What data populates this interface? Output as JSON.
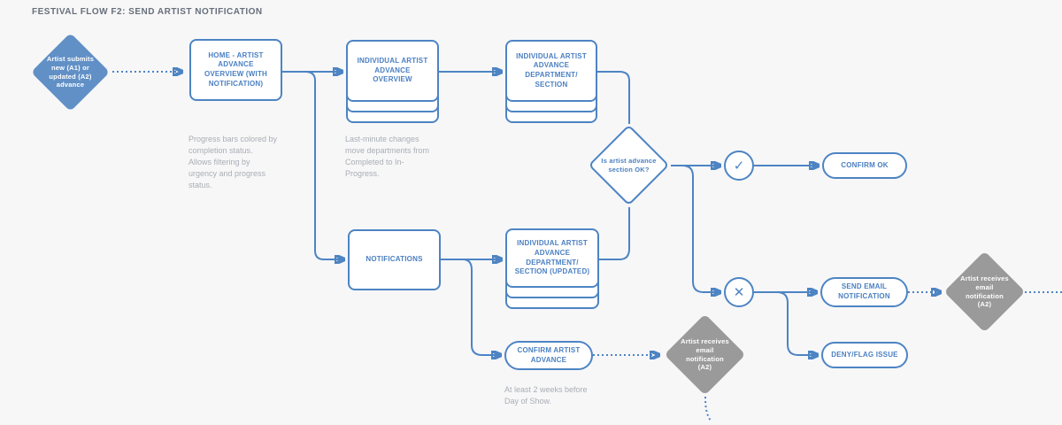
{
  "title": "FESTIVAL FLOW F2: SEND ARTIST NOTIFICATION",
  "colors": {
    "line_blue": "#4d84c3",
    "node_text_blue": "#4b80c2",
    "start_diamond_fill": "#6190c6",
    "receive_diamond_fill": "#9a9a9a",
    "background": "#f7f7f8",
    "annotation_gray": "#a9aeb4",
    "title_gray": "#676f7a"
  },
  "nodes": {
    "start": {
      "label": "Artist submits\nnew (A1) or\nupdated (A2)\nadvance"
    },
    "home": {
      "label": "HOME - ARTIST\nADVANCE\nOVERVIEW (WITH\nNOTIFICATION)"
    },
    "individual_overview": {
      "label": "INDIVIDUAL ARTIST\nADVANCE\nOVERVIEW"
    },
    "individual_department": {
      "label": "INDIVIDUAL ARTIST\nADVANCE\nDEPARTMENT/\nSECTION"
    },
    "decision": {
      "label": "Is artist advance\nsection OK?"
    },
    "check_icon": "✓",
    "cross_icon": "✕",
    "confirm_ok": {
      "label": "CONFIRM OK"
    },
    "notifications": {
      "label": "NOTIFICATIONS"
    },
    "individual_department_updated": {
      "label": "INDIVIDUAL ARTIST\nADVANCE\nDEPARTMENT/\nSECTION (UPDATED)"
    },
    "confirm_artist_advance": {
      "label": "CONFIRM ARTIST\nADVANCE"
    },
    "send_email_notification": {
      "label": "SEND EMAIL\nNOTIFICATION"
    },
    "deny_flag_issue": {
      "label": "DENY/FLAG ISSUE"
    },
    "artist_receives_bottom": {
      "label": "Artist receives\nemail\nnotification\n(A2)"
    },
    "artist_receives_right": {
      "label": "Artist receives\nemail\nnotification\n(A2)"
    }
  },
  "annotations": {
    "progress_bars": "Progress bars colored by\ncompletion status.\nAllows filtering by\nurgency and progress\nstatus.",
    "last_minute": "Last-minute changes\nmove departments from\nCompleted to In-\nProgress.",
    "two_weeks": "At least 2 weeks before\nDay of Show."
  }
}
